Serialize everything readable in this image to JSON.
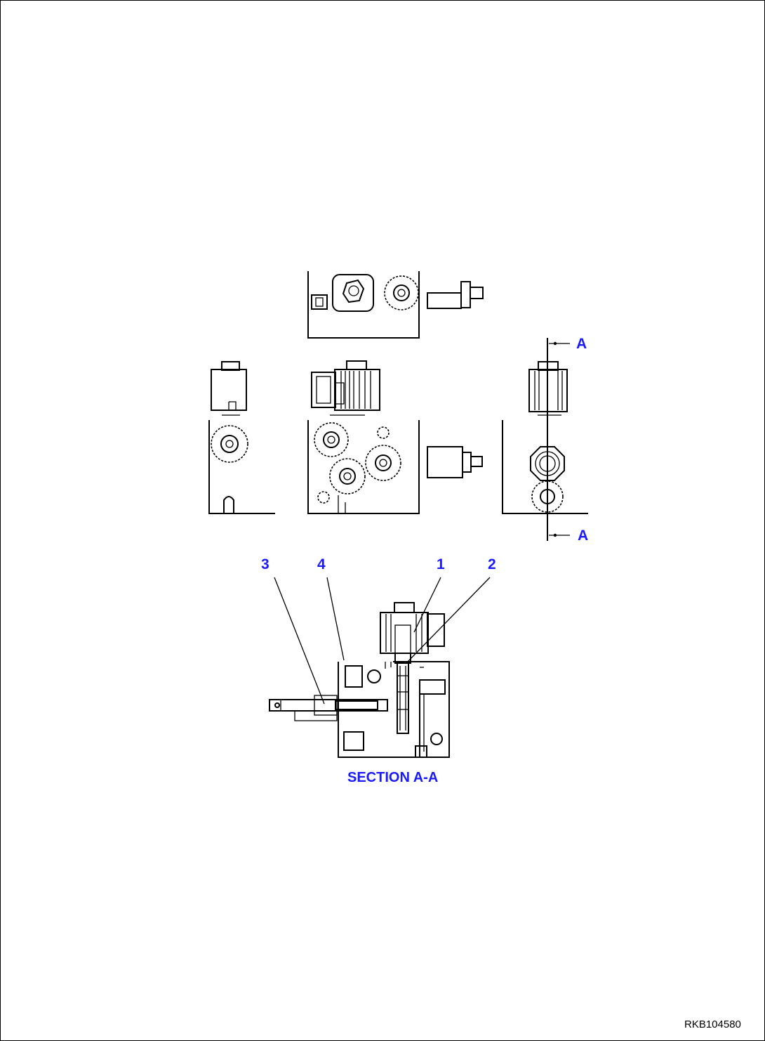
{
  "callouts": {
    "c1": "1",
    "c2": "2",
    "c3": "3",
    "c4": "4"
  },
  "section_markers": {
    "top": "A",
    "bottom": "A"
  },
  "section_title": "SECTION A-A",
  "drawing_number": "RKB104580",
  "colors": {
    "callout": "#1a1aff",
    "line": "#000000"
  }
}
